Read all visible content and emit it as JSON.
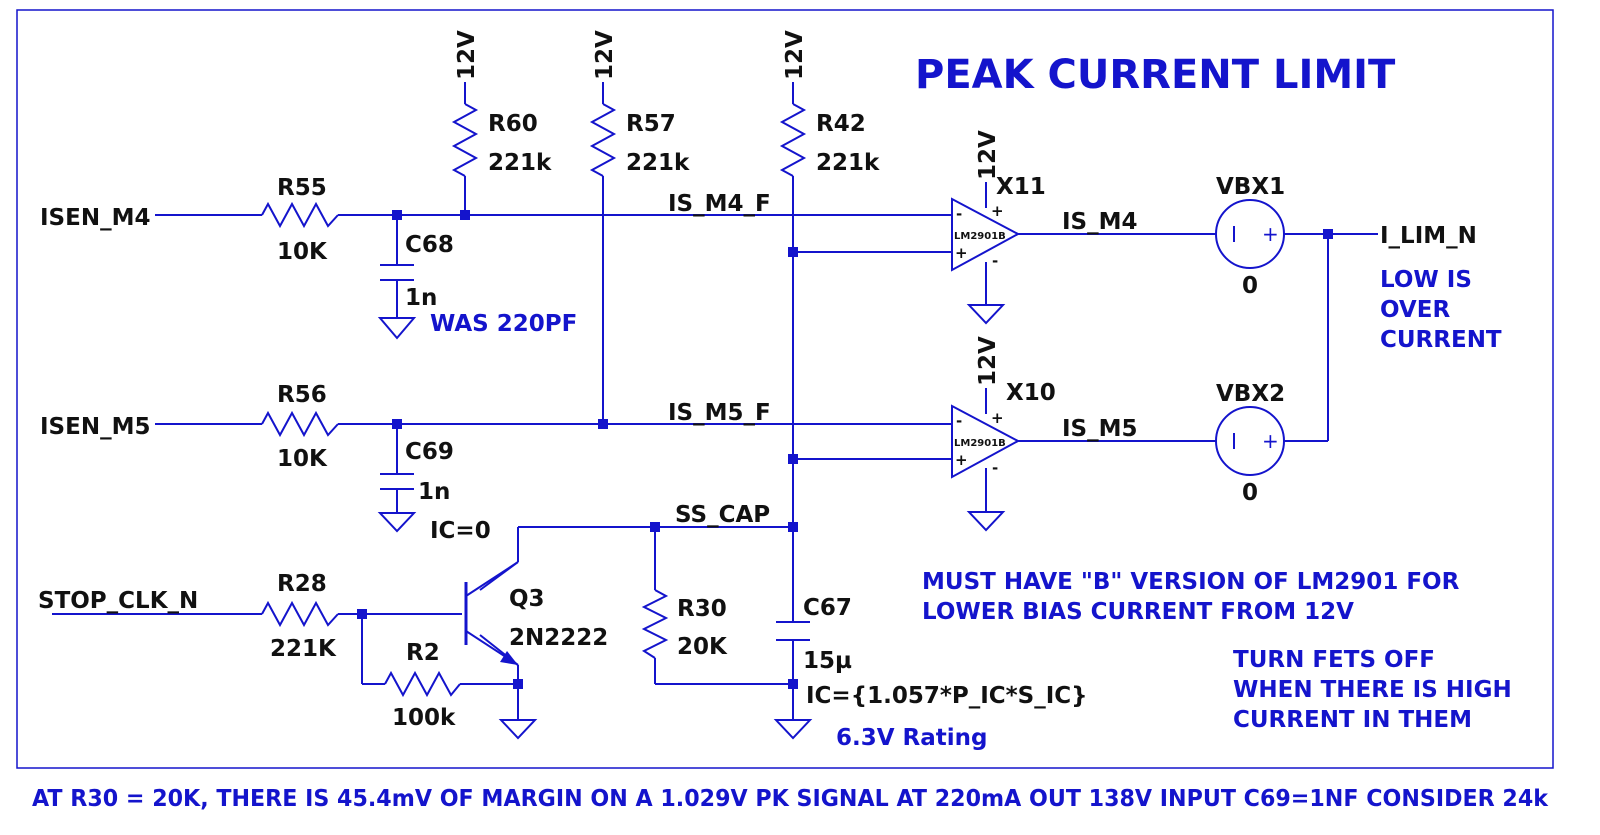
{
  "title": "PEAK CURRENT LIMIT",
  "supply": "12V",
  "resistors": {
    "r60": {
      "ref": "R60",
      "value": "221k"
    },
    "r57": {
      "ref": "R57",
      "value": "221k"
    },
    "r42": {
      "ref": "R42",
      "value": "221k"
    },
    "r55": {
      "ref": "R55",
      "value": "10K"
    },
    "r56": {
      "ref": "R56",
      "value": "10K"
    },
    "r28": {
      "ref": "R28",
      "value": "221K"
    },
    "r2": {
      "ref": "R2",
      "value": "100k"
    },
    "r30": {
      "ref": "R30",
      "value": "20K"
    }
  },
  "capacitors": {
    "c68": {
      "ref": "C68",
      "value": "1n"
    },
    "c69": {
      "ref": "C69",
      "value": "1n"
    },
    "c67": {
      "ref": "C67",
      "value": "15µ",
      "ic": "IC={1.057*P_IC*S_IC}"
    }
  },
  "comparators": {
    "x11": {
      "ref": "X11",
      "part": "LM2901B"
    },
    "x10": {
      "ref": "X10",
      "part": "LM2901B"
    }
  },
  "sources": {
    "vbx1": {
      "ref": "VBX1",
      "value": "0"
    },
    "vbx2": {
      "ref": "VBX2",
      "value": "0"
    }
  },
  "transistor": {
    "ref": "Q3",
    "part": "2N2222"
  },
  "nets": {
    "isen_m4": "ISEN_M4",
    "isen_m5": "ISEN_M5",
    "stop_clk": "STOP_CLK_N",
    "is_m4_f": "IS_M4_F",
    "is_m5_f": "IS_M5_F",
    "is_m4": "IS_M4",
    "is_m5": "IS_M5",
    "ss_cap": "SS_CAP",
    "i_lim": "I_LIM_N",
    "ic0": "IC=0"
  },
  "notes": {
    "was220": "WAS 220PF",
    "low1": "LOW IS",
    "low2": "OVER",
    "low3": "CURRENT",
    "must1": "MUST HAVE \"B\" VERSION OF LM2901 FOR",
    "must2": "LOWER BIAS CURRENT FROM 12V",
    "turn1": "TURN FETS OFF",
    "turn2": "WHEN THERE IS HIGH",
    "turn3": "CURRENT IN THEM",
    "rating": "6.3V Rating",
    "footer": "AT R30 = 20K, THERE IS 45.4mV OF MARGIN ON A 1.029V PK SIGNAL AT 220mA OUT 138V INPUT C69=1NF CONSIDER 24k"
  },
  "symbols": {
    "plus": "+",
    "minus": "-"
  },
  "colors": {
    "wire": "#1414cc",
    "label": "#111111",
    "note": "#1414cc"
  }
}
